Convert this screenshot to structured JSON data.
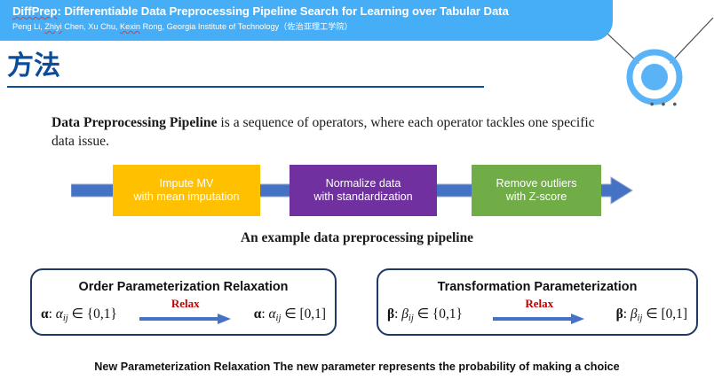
{
  "banner": {
    "title_prefix": "DiffPrep",
    "title_rest": ": Differentiable Data Preprocessing Pipeline Search for Learning over Tabular Data",
    "authors_part1": "Peng Li, ",
    "authors_name1": "Zhiyi",
    "authors_part2": " Chen, Xu Chu, ",
    "authors_name2": "Kexin",
    "authors_part3": " Rong, Georgia Institute of Technology（佐治亚理工学院）",
    "bg_color": "#46AEF7"
  },
  "node_graphic": {
    "ellipsis": "• • •",
    "ring_color": "#5BB3F7",
    "center_color": "#5BB3F7"
  },
  "section": {
    "heading": "方法",
    "heading_color": "#0B4C9B"
  },
  "body": {
    "paragraph_bold": "Data Preprocessing Pipeline",
    "paragraph_rest": " is a sequence of operators, where each operator tackles one specific data issue."
  },
  "pipeline": {
    "caption": "An example data preprocessing pipeline",
    "arrow_color": "#4472C4",
    "steps": [
      {
        "line1": "Impute MV",
        "line2": "with mean imputation",
        "color": "#FFC000"
      },
      {
        "line1": "Normalize data",
        "line2": "with standardization",
        "color": "#7030A0"
      },
      {
        "line1": "Remove outliers",
        "line2": "with Z-score",
        "color": "#70AD47"
      }
    ]
  },
  "relaxation": {
    "border_color": "#1F3864",
    "relax_label_color": "#C00000",
    "boxes": [
      {
        "title": "Order Parameterization Relaxation",
        "symbol": "α",
        "sub": "ij",
        "left_set": "{0,1}",
        "right_set": "[0,1]",
        "arrow_label": "Relax"
      },
      {
        "title": "Transformation Parameterization",
        "symbol": "β",
        "sub": "ij",
        "left_set": "{0,1}",
        "right_set": "[0,1]",
        "arrow_label": "Relax"
      }
    ]
  },
  "footer": {
    "caption": "New Parameterization Relaxation The new parameter represents the probability of making a choice"
  }
}
